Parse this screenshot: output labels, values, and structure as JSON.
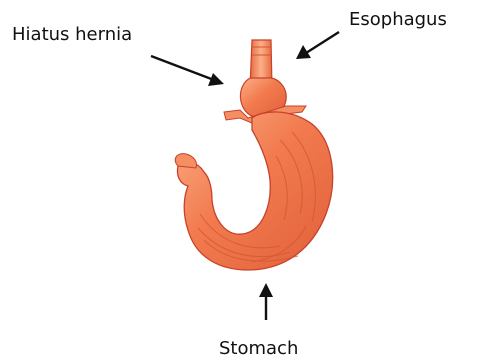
{
  "labels": {
    "hiatus_hernia": "Hiatus hernia",
    "esophagus": "Esophagus",
    "stomach": "Stomach"
  },
  "colors": {
    "organ_fill": "#f27a4e",
    "organ_highlight": "#fbb08a",
    "organ_outline": "#c8412a",
    "text": "#111111"
  }
}
